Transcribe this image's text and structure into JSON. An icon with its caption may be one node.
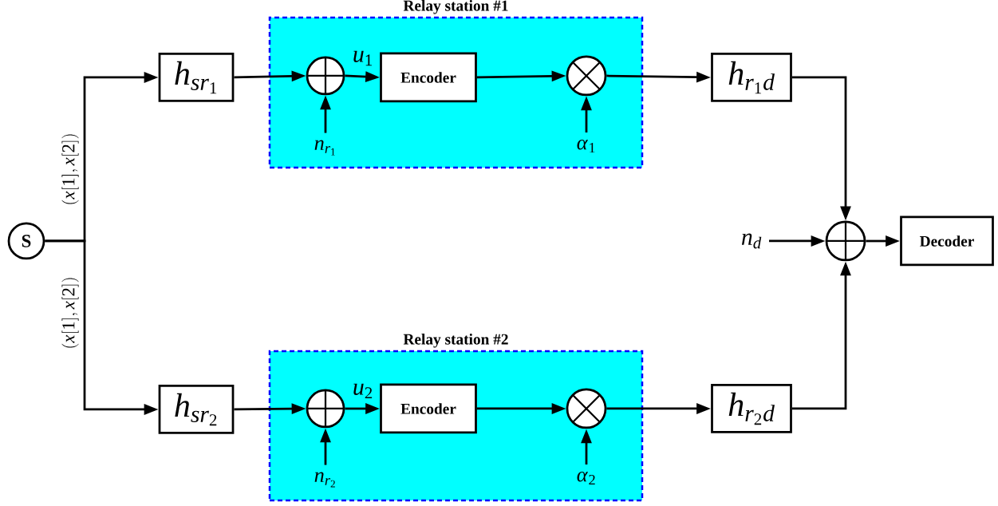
{
  "diagram": {
    "nodes": [
      {
        "text": [
          "S"
        ]
      },
      {
        "text": [
          "Relay station #1"
        ]
      },
      {
        "text": [
          "h_{sr_1}"
        ]
      },
      {
        "text": [],
        "shape": "circle",
        "in": 1
      },
      {
        "text": [
          "Encoder"
        ],
        "in": 1
      },
      {
        "text": [],
        "shape": "circle",
        "in": 1
      },
      {
        "text": [
          "n_{r_1}"
        ],
        "in": 1
      },
      {
        "text": [
          "\\alpha_1"
        ],
        "in": 1
      },
      {
        "text": [
          "h_{r_1 d}"
        ]
      },
      {
        "text": [
          "Relay station #2"
        ]
      },
      {
        "text": [
          "h_{sr_2}"
        ]
      },
      {
        "text": [],
        "shape": "circle",
        "in": 9
      },
      {
        "text": [
          "Encoder"
        ],
        "in": 9
      },
      {
        "text": [],
        "shape": "circle",
        "in": 9
      },
      {
        "text": [
          "n_{r_2}"
        ],
        "in": 9
      },
      {
        "text": [
          "\\alpha_2"
        ],
        "in": 9
      },
      {
        "text": [
          "h_{r_2 d}"
        ]
      },
      {
        "text": [
          "n_d"
        ]
      },
      {
        "text": [],
        "shape": "circle"
      },
      {
        "text": [
          "Decoder"
        ]
      }
    ],
    "edges": [
      {
        "from": 0,
        "to": 2,
        "arrow": "to",
        "label": "(x[1],x[2])"
      },
      {
        "from": 0,
        "to": 10,
        "arrow": "to",
        "label": "(x[1],x[2])"
      },
      {
        "from": 2,
        "to": 3,
        "arrow": "to"
      },
      {
        "from": 6,
        "to": 3,
        "arrow": "to"
      },
      {
        "from": 3,
        "to": 4,
        "arrow": "to",
        "label": "u_1"
      },
      {
        "from": 4,
        "to": 5,
        "arrow": "to"
      },
      {
        "from": 7,
        "to": 5,
        "arrow": "to"
      },
      {
        "from": 5,
        "to": 8,
        "arrow": "to"
      },
      {
        "from": 10,
        "to": 11,
        "arrow": "to"
      },
      {
        "from": 14,
        "to": 11,
        "arrow": "to"
      },
      {
        "from": 11,
        "to": 12,
        "arrow": "to",
        "label": "u_2"
      },
      {
        "from": 12,
        "to": 13,
        "arrow": "to"
      },
      {
        "from": 15,
        "to": 13,
        "arrow": "to"
      },
      {
        "from": 13,
        "to": 16,
        "arrow": "to"
      },
      {
        "from": 8,
        "to": 18,
        "arrow": "to"
      },
      {
        "from": 16,
        "to": 18,
        "arrow": "to"
      },
      {
        "from": 17,
        "to": 18,
        "arrow": "to"
      },
      {
        "from": 18,
        "to": 19,
        "arrow": "to"
      }
    ]
  }
}
